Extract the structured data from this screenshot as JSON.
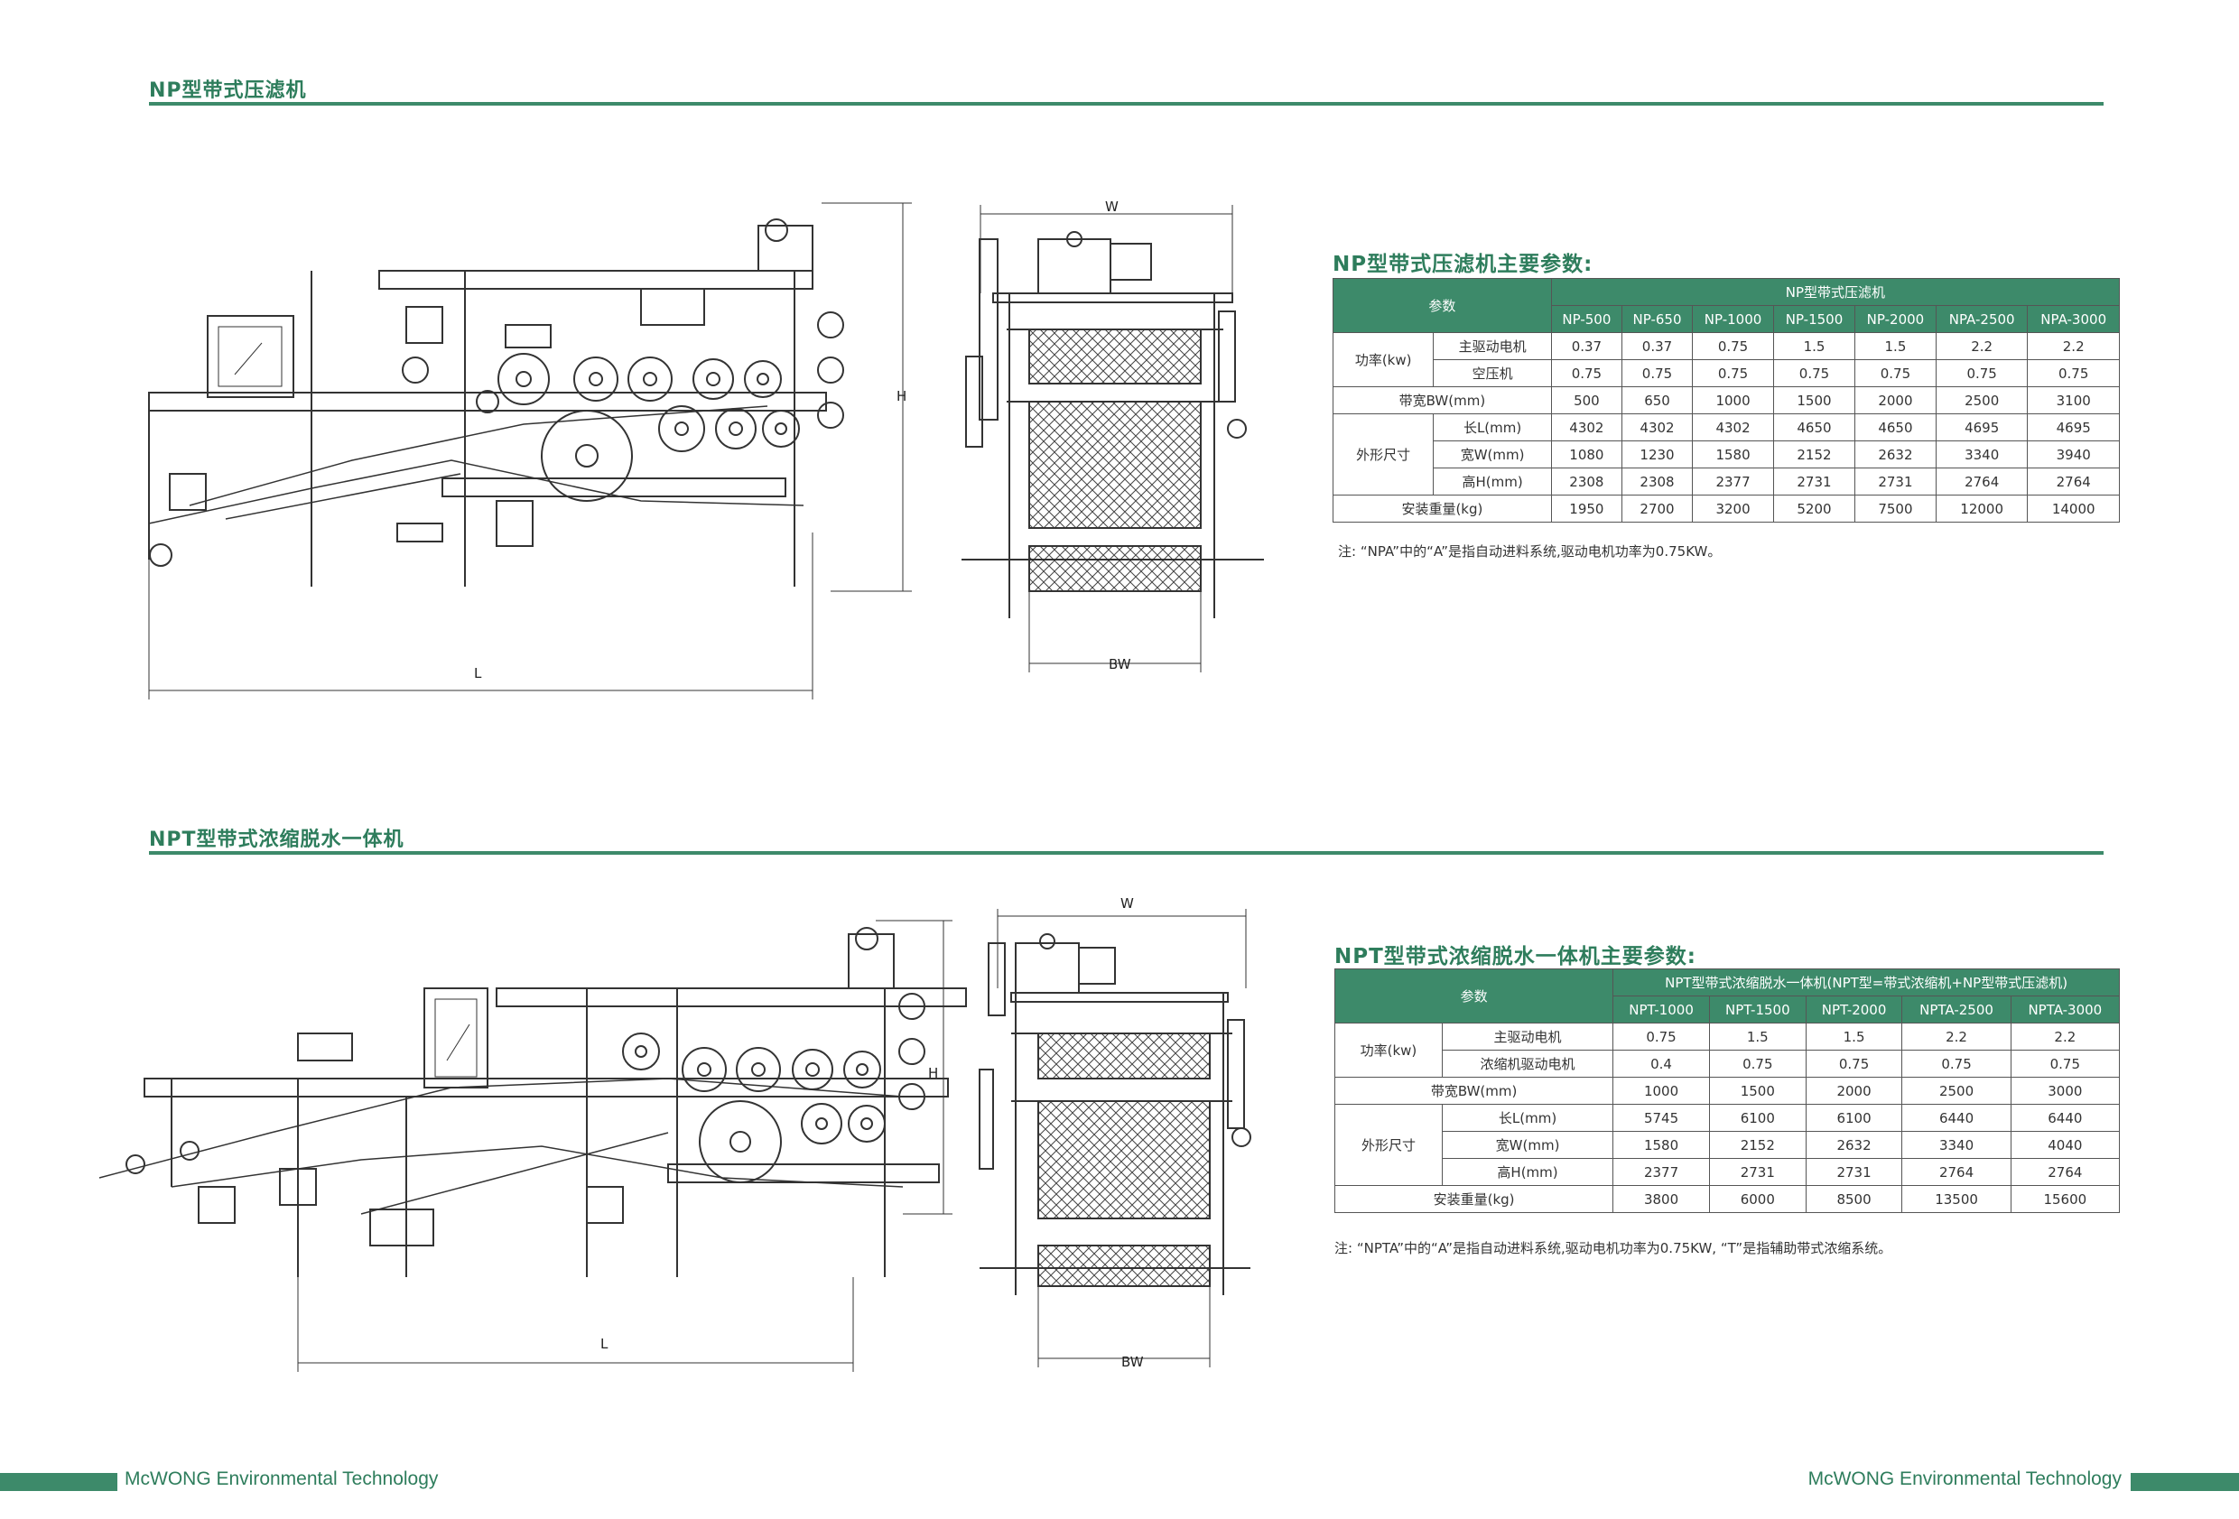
{
  "np": {
    "title": "NP型带式压滤机",
    "table_title": "NP型带式压滤机主要参数:",
    "group_header": "NP型带式压滤机",
    "param_label": "参数",
    "models": [
      "NP-500",
      "NP-650",
      "NP-1000",
      "NP-1500",
      "NP-2000",
      "NPA-2500",
      "NPA-3000"
    ],
    "rows": [
      {
        "group": "功率(kw)",
        "label": "主驱动电机",
        "values": [
          "0.37",
          "0.37",
          "0.75",
          "1.5",
          "1.5",
          "2.2",
          "2.2"
        ]
      },
      {
        "group": "",
        "label": "空压机",
        "values": [
          "0.75",
          "0.75",
          "0.75",
          "0.75",
          "0.75",
          "0.75",
          "0.75"
        ]
      },
      {
        "group": "带宽BW(mm)",
        "label": "",
        "values": [
          "500",
          "650",
          "1000",
          "1500",
          "2000",
          "2500",
          "3100"
        ]
      },
      {
        "group": "外形尺寸",
        "label": "长L(mm)",
        "values": [
          "4302",
          "4302",
          "4302",
          "4650",
          "4650",
          "4695",
          "4695"
        ]
      },
      {
        "group": "",
        "label": "宽W(mm)",
        "values": [
          "1080",
          "1230",
          "1580",
          "2152",
          "2632",
          "3340",
          "3940"
        ]
      },
      {
        "group": "",
        "label": "高H(mm)",
        "values": [
          "2308",
          "2308",
          "2377",
          "2731",
          "2731",
          "2764",
          "2764"
        ]
      },
      {
        "group": "安装重量(kg)",
        "label": "",
        "values": [
          "1950",
          "2700",
          "3200",
          "5200",
          "7500",
          "12000",
          "14000"
        ]
      }
    ],
    "note": "注: “NPA”中的“A”是指自动进料系统,驱动电机功率为0.75KW。",
    "dims": {
      "L": "L",
      "H": "H",
      "W": "W",
      "BW": "BW"
    }
  },
  "npt": {
    "title": "NPT型带式浓缩脱水一体机",
    "table_title": "NPT型带式浓缩脱水一体机主要参数:",
    "group_header": "NPT型带式浓缩脱水一体机(NPT型=带式浓缩机+NP型带式压滤机)",
    "param_label": "参数",
    "models": [
      "NPT-1000",
      "NPT-1500",
      "NPT-2000",
      "NPTA-2500",
      "NPTA-3000"
    ],
    "rows": [
      {
        "group": "功率(kw)",
        "label": "主驱动电机",
        "values": [
          "0.75",
          "1.5",
          "1.5",
          "2.2",
          "2.2"
        ]
      },
      {
        "group": "",
        "label": "浓缩机驱动电机",
        "values": [
          "0.4",
          "0.75",
          "0.75",
          "0.75",
          "0.75"
        ]
      },
      {
        "group": "带宽BW(mm)",
        "label": "",
        "values": [
          "1000",
          "1500",
          "2000",
          "2500",
          "3000"
        ]
      },
      {
        "group": "外形尺寸",
        "label": "长L(mm)",
        "values": [
          "5745",
          "6100",
          "6100",
          "6440",
          "6440"
        ]
      },
      {
        "group": "",
        "label": "宽W(mm)",
        "values": [
          "1580",
          "2152",
          "2632",
          "3340",
          "4040"
        ]
      },
      {
        "group": "",
        "label": "高H(mm)",
        "values": [
          "2377",
          "2731",
          "2731",
          "2764",
          "2764"
        ]
      },
      {
        "group": "安装重量(kg)",
        "label": "",
        "values": [
          "3800",
          "6000",
          "8500",
          "13500",
          "15600"
        ]
      }
    ],
    "note": "注: “NPTA”中的“A”是指自动进料系统,驱动电机功率为0.75KW, “T”是指辅助带式浓缩系统。",
    "dims": {
      "L": "L",
      "H": "H",
      "W": "W",
      "BW": "BW"
    }
  },
  "footer": {
    "left": "McWONG Environmental Technology",
    "right": "McWONG Environmental Technology"
  },
  "colors": {
    "accent": "#3d8a6a",
    "title": "#2e7d5c"
  }
}
